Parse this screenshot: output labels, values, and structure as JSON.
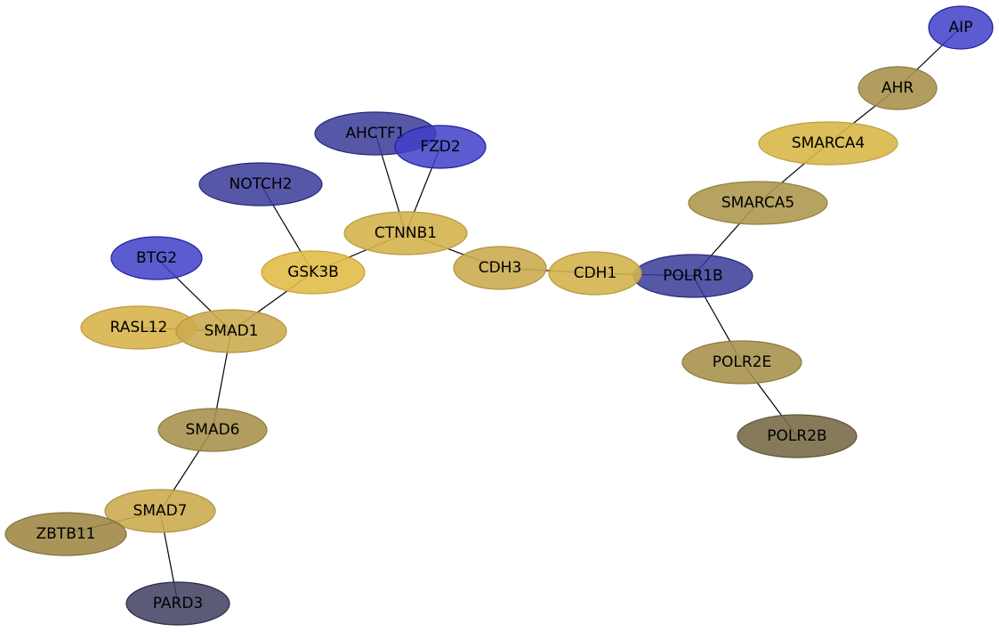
{
  "nodes": [
    {
      "id": "AIP",
      "label": "AIP",
      "fill": "#4040c8",
      "stroke": "#2020a0",
      "opacity": 0.85
    },
    {
      "id": "AHR",
      "label": "AHR",
      "fill": "#a8924e",
      "stroke": "#8c7a3c",
      "opacity": 0.9
    },
    {
      "id": "SMARCA4",
      "label": "SMARCA4",
      "fill": "#d8b848",
      "stroke": "#bca040",
      "opacity": 0.9
    },
    {
      "id": "SMARCA5",
      "label": "SMARCA5",
      "fill": "#ae9850",
      "stroke": "#92803e",
      "opacity": 0.9
    },
    {
      "id": "POLR1B",
      "label": "POLR1B",
      "fill": "#3a3a98",
      "stroke": "#28287c",
      "opacity": 0.85
    },
    {
      "id": "POLR2E",
      "label": "POLR2E",
      "fill": "#a8924e",
      "stroke": "#8c7a3c",
      "opacity": 0.9
    },
    {
      "id": "POLR2B",
      "label": "POLR2B",
      "fill": "#7a6c48",
      "stroke": "#5e5436",
      "opacity": 0.9
    },
    {
      "id": "CDH1",
      "label": "CDH1",
      "fill": "#d4b24e",
      "stroke": "#b89840",
      "opacity": 0.9
    },
    {
      "id": "CDH3",
      "label": "CDH3",
      "fill": "#ccac50",
      "stroke": "#b09240",
      "opacity": 0.9
    },
    {
      "id": "CTNNB1",
      "label": "CTNNB1",
      "fill": "#d4b24e",
      "stroke": "#b89840",
      "opacity": 0.9
    },
    {
      "id": "AHCTF1",
      "label": "AHCTF1",
      "fill": "#3a3a98",
      "stroke": "#28287c",
      "opacity": 0.85
    },
    {
      "id": "FZD2",
      "label": "FZD2",
      "fill": "#4040c8",
      "stroke": "#2020a0",
      "opacity": 0.85
    },
    {
      "id": "NOTCH2",
      "label": "NOTCH2",
      "fill": "#3a3a98",
      "stroke": "#28287c",
      "opacity": 0.85
    },
    {
      "id": "GSK3B",
      "label": "GSK3B",
      "fill": "#e0bc48",
      "stroke": "#c4a23c",
      "opacity": 0.9
    },
    {
      "id": "BTG2",
      "label": "BTG2",
      "fill": "#4040c8",
      "stroke": "#2020a0",
      "opacity": 0.85
    },
    {
      "id": "RASL12",
      "label": "RASL12",
      "fill": "#d8b44c",
      "stroke": "#bc9a3e",
      "opacity": 0.9
    },
    {
      "id": "SMAD1",
      "label": "SMAD1",
      "fill": "#ccac50",
      "stroke": "#b09240",
      "opacity": 0.9
    },
    {
      "id": "SMAD6",
      "label": "SMAD6",
      "fill": "#a8924e",
      "stroke": "#8c7a3c",
      "opacity": 0.9
    },
    {
      "id": "SMAD7",
      "label": "SMAD7",
      "fill": "#ccac50",
      "stroke": "#b09240",
      "opacity": 0.9
    },
    {
      "id": "ZBTB11",
      "label": "ZBTB11",
      "fill": "#a08a48",
      "stroke": "#84723a",
      "opacity": 0.9
    },
    {
      "id": "PARD3",
      "label": "PARD3",
      "fill": "#3e3e60",
      "stroke": "#2c2c48",
      "opacity": 0.85
    }
  ],
  "edges": [
    [
      "AIP",
      "AHR"
    ],
    [
      "AHR",
      "SMARCA4"
    ],
    [
      "SMARCA4",
      "SMARCA5"
    ],
    [
      "SMARCA5",
      "POLR1B"
    ],
    [
      "POLR1B",
      "POLR2E"
    ],
    [
      "POLR2E",
      "POLR2B"
    ],
    [
      "POLR1B",
      "CDH1"
    ],
    [
      "CDH1",
      "CDH3"
    ],
    [
      "CDH3",
      "CTNNB1"
    ],
    [
      "CTNNB1",
      "AHCTF1"
    ],
    [
      "CTNNB1",
      "FZD2"
    ],
    [
      "CTNNB1",
      "GSK3B"
    ],
    [
      "NOTCH2",
      "GSK3B"
    ],
    [
      "GSK3B",
      "SMAD1"
    ],
    [
      "BTG2",
      "SMAD1"
    ],
    [
      "RASL12",
      "SMAD1"
    ],
    [
      "SMAD1",
      "SMAD6"
    ],
    [
      "SMAD6",
      "SMAD7"
    ],
    [
      "SMAD7",
      "ZBTB11"
    ],
    [
      "SMAD7",
      "PARD3"
    ]
  ]
}
